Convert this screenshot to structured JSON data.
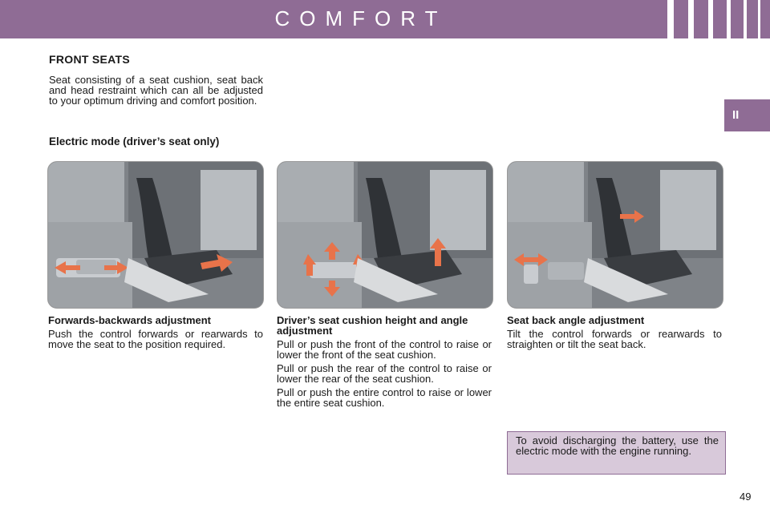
{
  "header": {
    "title": "COMFORT",
    "tab_label": "II"
  },
  "section": {
    "title": "FRONT SEATS",
    "intro": "Seat consisting of a seat cushion, seat back and head restraint which can all be adjusted to your optimum driving and comfort position.",
    "subtitle": "Electric mode (driver’s seat only)"
  },
  "panels": [
    {
      "title": "Forwards-backwards adjustment",
      "paragraphs": [
        "Push the control forwards or rearwards to move the seat to the position required."
      ]
    },
    {
      "title": "Driver’s seat cushion height and angle adjustment",
      "paragraphs": [
        "Pull or push the front of the control to raise or lower the front of the seat cushion.",
        "Pull or push the rear of the control to raise or lower the rear of the seat cushion.",
        "Pull or push the entire control to raise or lower the entire seat cushion."
      ]
    },
    {
      "title": "Seat back angle adjustment",
      "paragraphs": [
        "Tilt the control forwards or rearwards to straighten or tilt the seat back."
      ]
    }
  ],
  "note": "To avoid discharging the battery, use the electric mode with the engine running.",
  "page_number": "49",
  "colors": {
    "header": "#8f6c95",
    "note_bg": "#d8c9da",
    "arrow": "#e8734a"
  }
}
